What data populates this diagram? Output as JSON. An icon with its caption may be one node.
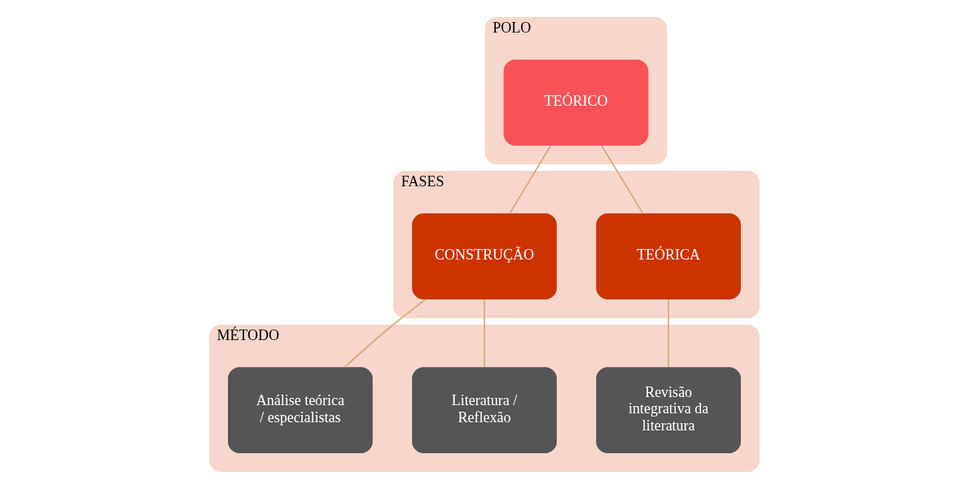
{
  "diagram": {
    "nodes": [
      {
        "text": [
          "POLO"
        ]
      },
      {
        "text": [
          "TEÓRICO"
        ],
        "in": 0
      },
      {
        "text": [
          "FASES"
        ]
      },
      {
        "text": [
          "TEÓRICA"
        ],
        "in": 2
      },
      {
        "text": [
          "CONSTRUÇÃO"
        ],
        "in": 2
      },
      {
        "text": [
          "MÉTODO"
        ]
      },
      {
        "text": [
          "Revisão integrativa da literatura"
        ],
        "in": 5
      },
      {
        "text": [
          "Literatura / Reflexão"
        ],
        "in": 5
      },
      {
        "text": [
          "Análise teórica / especialistas"
        ],
        "in": 5
      }
    ],
    "edges": [
      {
        "from": 1,
        "to": 3,
        "arrow": "none"
      },
      {
        "from": 1,
        "to": 4,
        "arrow": "none"
      },
      {
        "from": 3,
        "to": 6,
        "arrow": "none"
      },
      {
        "from": 4,
        "to": 7,
        "arrow": "none"
      },
      {
        "from": 4,
        "to": 8,
        "arrow": "none"
      }
    ]
  }
}
